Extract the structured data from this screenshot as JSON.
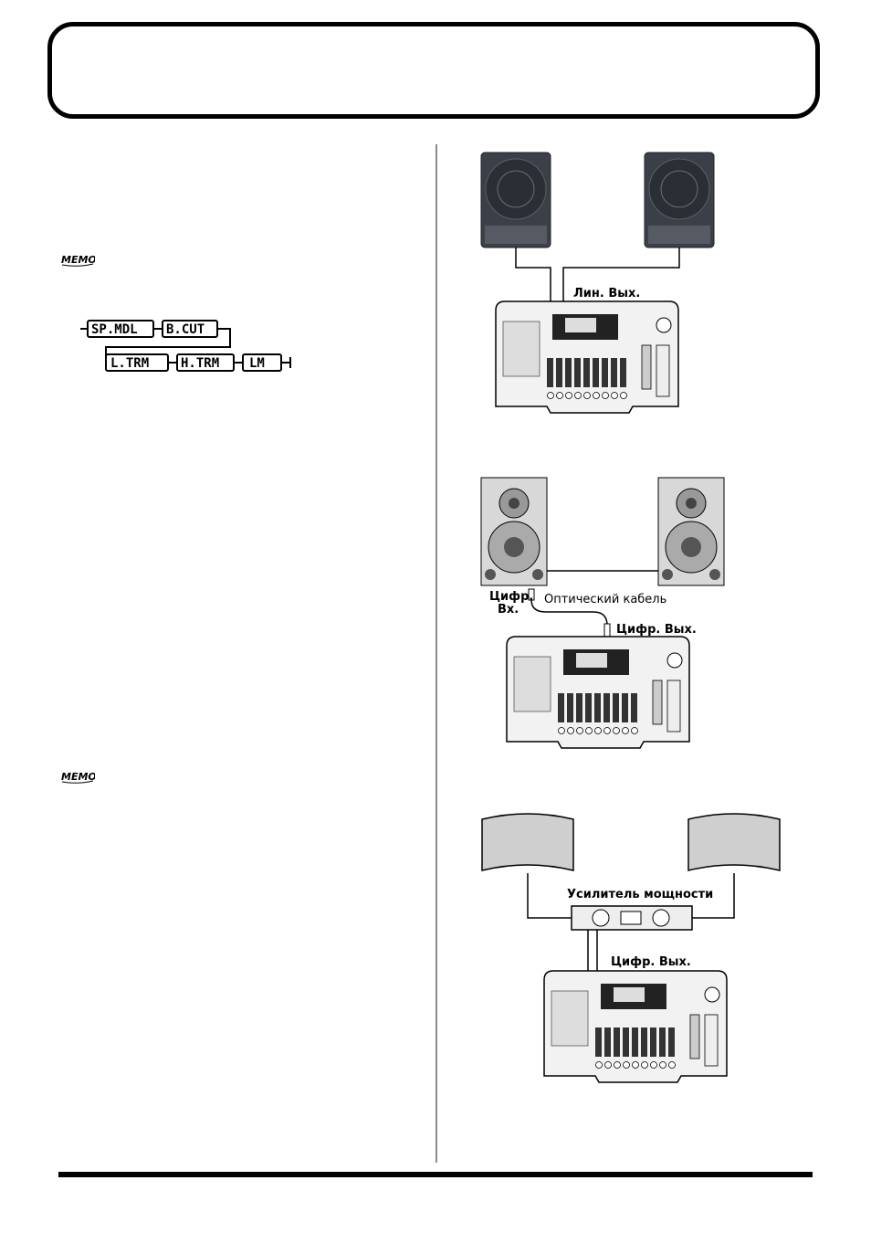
{
  "memo": {
    "label": "MEMO"
  },
  "lcd_chain": {
    "row1": [
      "SP.MDL",
      "B.CUT"
    ],
    "row2": [
      "L.TRM",
      "H.TRM",
      "LM"
    ]
  },
  "diagram1": {
    "line_out_label": "Лин. Вых."
  },
  "diagram2": {
    "digital_in_label_1": "Цифр.",
    "digital_in_label_2": "Вх.",
    "optical_cable_label": "Оптический кабель",
    "digital_out_label": "Цифр. Вых."
  },
  "diagram3": {
    "power_amp_label": "Усилитель мощности",
    "digital_out_label": "Цифр. Вых."
  },
  "colors": {
    "ink": "#000000",
    "divider": "#8a8a8a",
    "panel_gray": "#cfcfcf",
    "speaker_dark": "#3a3f48"
  }
}
